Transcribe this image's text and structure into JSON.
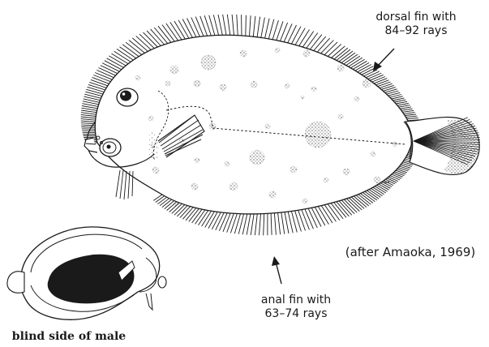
{
  "labels": {
    "dorsal_fin_line1": "dorsal fin with",
    "dorsal_fin_line2": "84–92 rays",
    "anal_fin_line1": "anal fin with",
    "anal_fin_line2": "63–74 rays",
    "credit": "(after Amaoka, 1969)",
    "inset_caption": "blind side of male"
  },
  "colors": {
    "ink": "#1a1a1a",
    "background": "#ffffff"
  }
}
